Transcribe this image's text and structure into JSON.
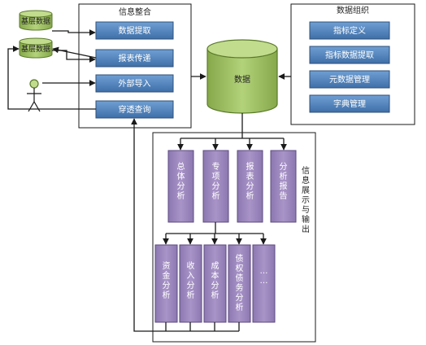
{
  "sources": {
    "db1": "基层数据",
    "db2": "基层数据"
  },
  "integration": {
    "title": "信息整合",
    "items": [
      "数据提取",
      "报表传递",
      "外部导入",
      "穿透查询"
    ]
  },
  "center": {
    "label": "数据"
  },
  "organization": {
    "title": "数据组织",
    "items": [
      "指标定义",
      "指标数据提取",
      "元数据管理",
      "字典管理"
    ]
  },
  "display": {
    "title": "信息展示与输出",
    "row1": [
      "总体分析",
      "专项分析",
      "报表分析",
      "分析报告"
    ],
    "row2": [
      "资金分析",
      "收入分析",
      "成本分析",
      "债权债务分析",
      "……"
    ]
  },
  "colors": {
    "blue_box": "#4f81bd",
    "blue_border": "#2f4f77",
    "db_green": "#9bbb59",
    "db_border": "#5a7a2a",
    "purple_box": "#9b86bd",
    "purple_border": "#5c4a80",
    "line": "#1a1a1a"
  }
}
